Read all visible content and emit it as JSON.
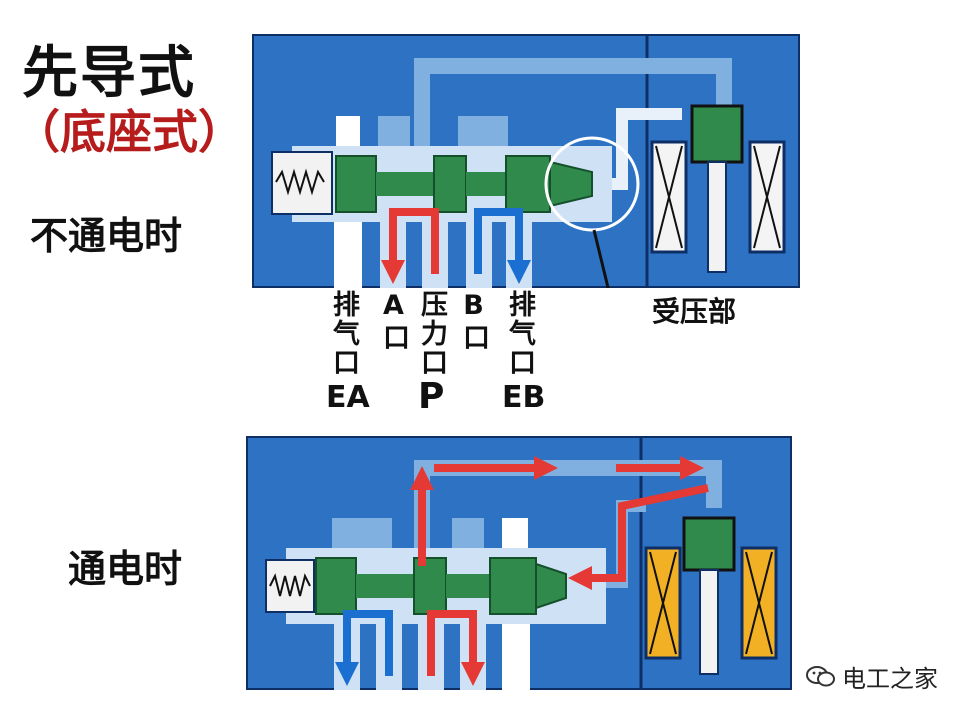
{
  "title": "先导式",
  "subtitle": "（底座式）",
  "states": {
    "off": "不通电时",
    "on": "通电时"
  },
  "ports": {
    "ea": {
      "label": "排气口",
      "code": "EA"
    },
    "a": {
      "label": "A口"
    },
    "p": {
      "label": "压力口",
      "code": "P"
    },
    "b": {
      "label": "B口"
    },
    "eb": {
      "label": "排气口",
      "code": "EB"
    }
  },
  "callout": "受压部",
  "watermark": {
    "text": "电工之家",
    "icon": "wechat-icon"
  },
  "colors": {
    "housing": "#2e72c4",
    "passage": "#7fb0e0",
    "spool": "#2f8a4c",
    "flow_pressure": "#e53935",
    "flow_exhaust": "#1a6fd1",
    "coil_off": "#f4f4f4",
    "coil_on": "#f2b125",
    "title_accent": "#b71c1c"
  }
}
